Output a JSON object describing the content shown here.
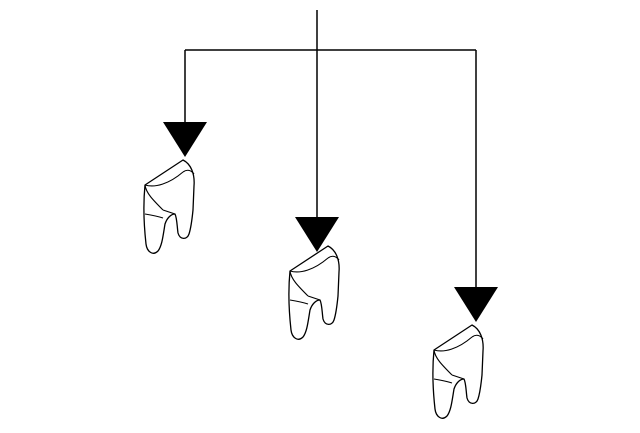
{
  "diagram": {
    "stroke_color": "#000000",
    "background_color": "#ffffff",
    "nodes": [
      {
        "id": "tooth-1",
        "icon": "molar-tooth-icon"
      },
      {
        "id": "tooth-2",
        "icon": "molar-tooth-icon"
      },
      {
        "id": "tooth-3",
        "icon": "molar-tooth-icon"
      }
    ],
    "edges": [
      {
        "from": "root",
        "to": "tooth-1"
      },
      {
        "from": "root",
        "to": "tooth-2"
      },
      {
        "from": "root",
        "to": "tooth-3"
      }
    ]
  }
}
